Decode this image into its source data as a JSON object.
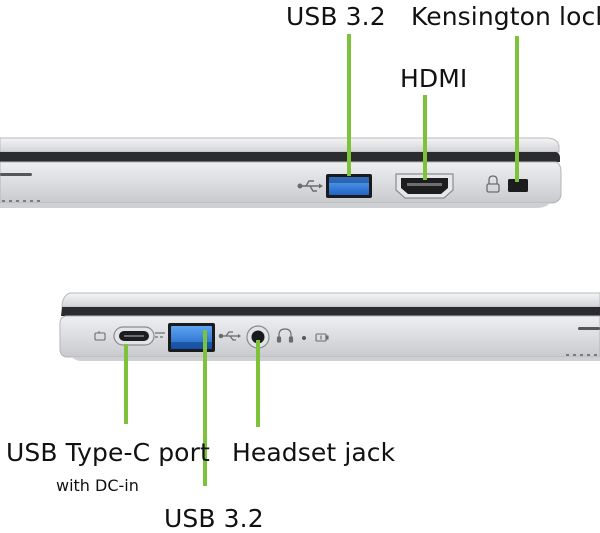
{
  "colors": {
    "leader": "#7cc23a",
    "usb_blue": "#2f7fe0",
    "body_silver": "#d9dadc",
    "body_dark": "#2a2a2d"
  },
  "top_view": {
    "labels": {
      "usb": "USB 3.2",
      "kensington": "Kensington lock",
      "hdmi": "HDMI"
    },
    "icons": [
      "usb-icon",
      "lock-icon"
    ]
  },
  "bottom_view": {
    "labels": {
      "usbc": "USB Type-C port",
      "usbc_sub": "with DC-in",
      "headset": "Headset jack",
      "usb": "USB 3.2"
    },
    "icons": [
      "usb-c-icon",
      "power-icon",
      "usb-icon",
      "headset-icon",
      "led-dot-icon",
      "battery-icon"
    ]
  }
}
